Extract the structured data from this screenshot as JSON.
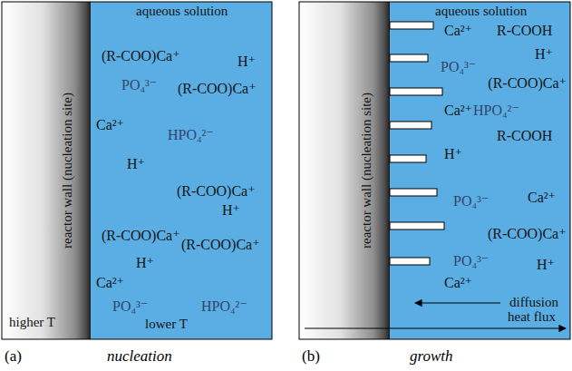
{
  "diagram": {
    "nodes": [
      {
        "text": [
          "reactor wall (nucleation site)",
          "higher T"
        ]
      },
      {
        "text": [
          "aqueous solution",
          "(R-COO)Ca⁺",
          "H⁺",
          "PO₄³⁻",
          "(R-COO)Ca⁺",
          "Ca²⁺",
          "HPO₄²⁻",
          "H⁺",
          "(R-COO)Ca⁺",
          "H⁺",
          "(R-COO)Ca⁺",
          "(R-COO)Ca⁺",
          "H⁺",
          "Ca²⁺",
          "PO₄³⁻",
          "HPO₄²⁻",
          "lower T"
        ]
      },
      {
        "text": [
          "reactor wall (nucleation site)"
        ]
      },
      {
        "text": [
          "aqueous solution",
          "Ca²⁺",
          "R-COOH",
          "H⁺",
          "PO₄³⁻",
          "(R-COO)Ca⁺",
          "Ca²⁺",
          "HPO₄²⁻",
          "R-COOH",
          "H⁺",
          "PO₄³⁻",
          "Ca²⁺",
          "(R-COO)Ca⁺",
          "PO₄³⁻",
          "H⁺",
          "Ca²⁺",
          "diffusion",
          "heat flux"
        ]
      }
    ],
    "labels": [
      "(a)",
      "nucleation",
      "(b)",
      "growth"
    ]
  }
}
